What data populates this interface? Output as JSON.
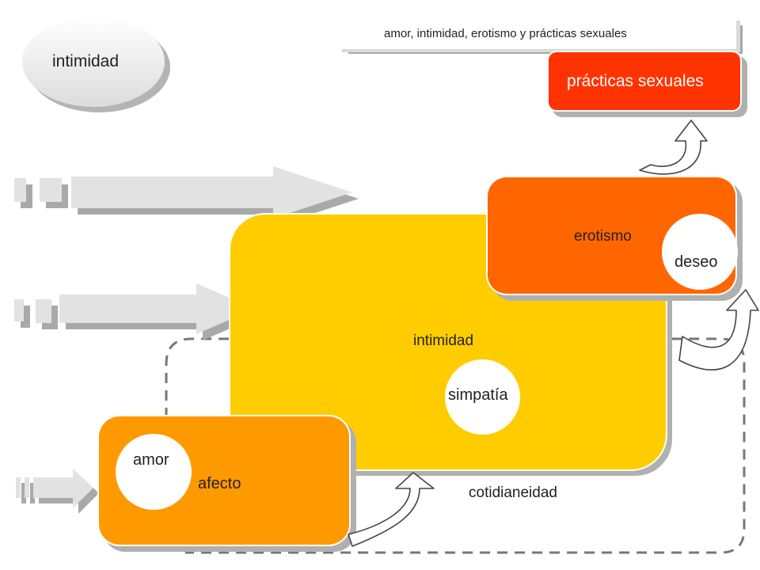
{
  "legend": {
    "label": "intimidad"
  },
  "banner": {
    "text": "amor, intimidad, erotismo y prácticas sexuales"
  },
  "boxes": {
    "practicas": {
      "label": "prácticas sexuales",
      "color": "#ff3300"
    },
    "erotismo": {
      "label": "erotismo",
      "bubble": "deseo",
      "color": "#ff6600"
    },
    "intimidad": {
      "label": "intimidad",
      "bubble": "simpatía",
      "color": "#ffcc00"
    },
    "afecto": {
      "label": "afecto",
      "bubble": "amor",
      "color": "#ff9900"
    }
  },
  "cotidianeidad": {
    "label": "cotidianeidad"
  }
}
